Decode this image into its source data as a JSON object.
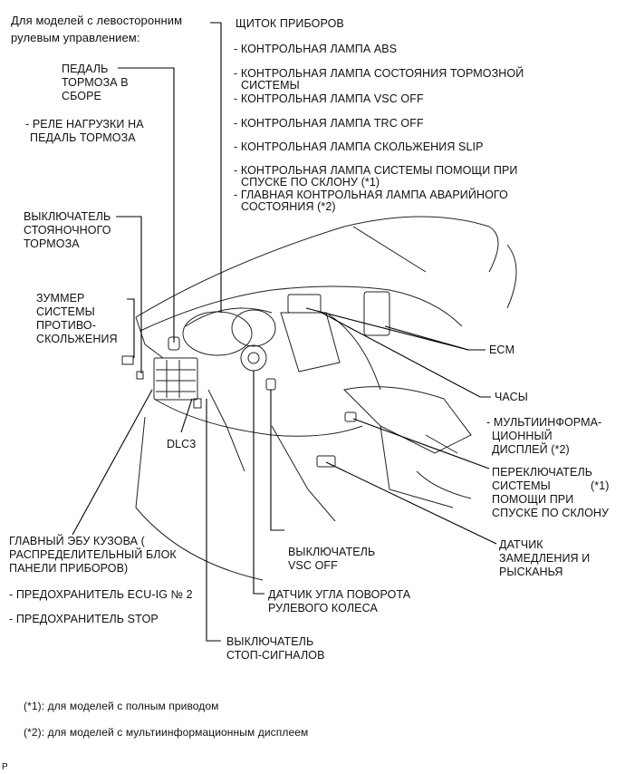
{
  "header": {
    "line1": "Для моделей с левосторонним",
    "line2": "рулевым управлением:"
  },
  "left": {
    "pedal": [
      "ПЕДАЛЬ",
      "ТОРМОЗА В",
      "СБОРЕ"
    ],
    "relay": [
      "- РЕЛЕ НАГРУЗКИ НА",
      "ПЕДАЛЬ ТОРМОЗА"
    ],
    "parking": [
      "ВЫКЛЮЧАТЕЛЬ",
      "СТОЯНОЧНОГО",
      "ТОРМОЗА"
    ],
    "buzzer": [
      "ЗУММЕР",
      "СИСТЕМЫ",
      "ПРОТИВО-",
      "СКОЛЬЖЕНИЯ"
    ],
    "dlc3": "DLC3",
    "body_ecu": [
      "ГЛАВНЫЙ ЭБУ КУЗОВА (",
      "РАСПРЕДЕЛИТЕЛЬНЫЙ БЛОК",
      "ПАНЕЛИ ПРИБОРОВ)"
    ],
    "fuse1": "- ПРЕДОХРАНИТЕЛЬ ECU-IG № 2",
    "fuse2": "- ПРЕДОХРАНИТЕЛЬ STOP",
    "stop_switch": [
      "ВЫКЛЮЧАТЕЛЬ",
      "СТОП-СИГНАЛОВ"
    ]
  },
  "top": {
    "title": "ЩИТОК ПРИБОРОВ",
    "items": [
      "- КОНТРОЛЬНАЯ ЛАМПА ABS",
      "- КОНТРОЛЬНАЯ ЛАМПА СОСТОЯНИЯ ТОРМОЗНОЙ",
      "СИСТЕМЫ",
      "- КОНТРОЛЬНАЯ ЛАМПА VSC OFF",
      "- КОНТРОЛЬНАЯ ЛАМПА TRC OFF",
      "- КОНТРОЛЬНАЯ ЛАМПА СКОЛЬЖЕНИЯ SLIP",
      "- КОНТРОЛЬНАЯ ЛАМПА СИСТЕМЫ ПОМОЩИ ПРИ",
      "СПУСКЕ ПО СКЛОНУ (*1)",
      "- ГЛАВНАЯ КОНТРОЛЬНАЯ ЛАМПА АВАРИЙНОГО",
      "СОСТОЯНИЯ (*2)"
    ]
  },
  "right": {
    "ecm": "ECM",
    "clock": "ЧАСЫ",
    "multi": [
      "- МУЛЬТИИНФОРМА-",
      "ЦИОННЫЙ",
      "ДИСПЛЕЙ (*2)"
    ],
    "downhill": [
      "ПЕРЕКЛЮЧАТЕЛЬ",
      "СИСТЕМЫ",
      "ПОМОЩИ ПРИ",
      "СПУСКЕ ПО СКЛОНУ"
    ],
    "downhill_note": "(*1)",
    "yaw": [
      "ДАТЧИК",
      "ЗАМЕДЛЕНИЯ И",
      "РЫСКАНЬЯ"
    ]
  },
  "bottom": {
    "vsc": [
      "ВЫКЛЮЧАТЕЛЬ",
      "VSC OFF"
    ],
    "steer": [
      "ДАТЧИК УГЛА ПОВОРОТА",
      "РУЛЕВОГО КОЛЕСА"
    ]
  },
  "notes": [
    "(*1): для моделей с полным приводом",
    "(*2): для моделей с мультиинформационным дисплеем"
  ],
  "corner": "P"
}
